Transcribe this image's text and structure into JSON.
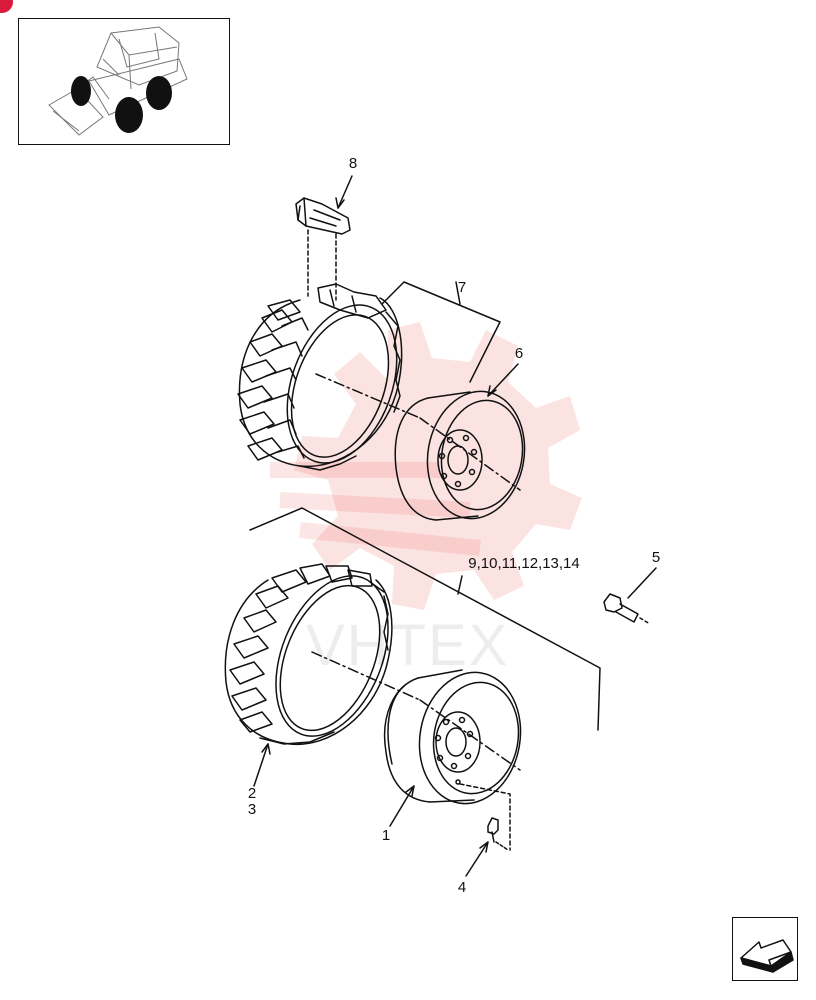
{
  "thumbnail": {
    "icon": "skid-steer-loader-icon"
  },
  "watermark": {
    "text": "VHTEX",
    "color": "#e53935"
  },
  "callouts": {
    "c8": "8",
    "c7": "7",
    "c6": "6",
    "c9_14": "9,10,11,12,13,14",
    "c5": "5",
    "c2": "2",
    "c3": "3",
    "c1": "1",
    "c4": "4"
  },
  "nav": {
    "icon": "back-arrow-icon"
  },
  "colors": {
    "badge": "#d81b3a",
    "line": "#111111"
  }
}
